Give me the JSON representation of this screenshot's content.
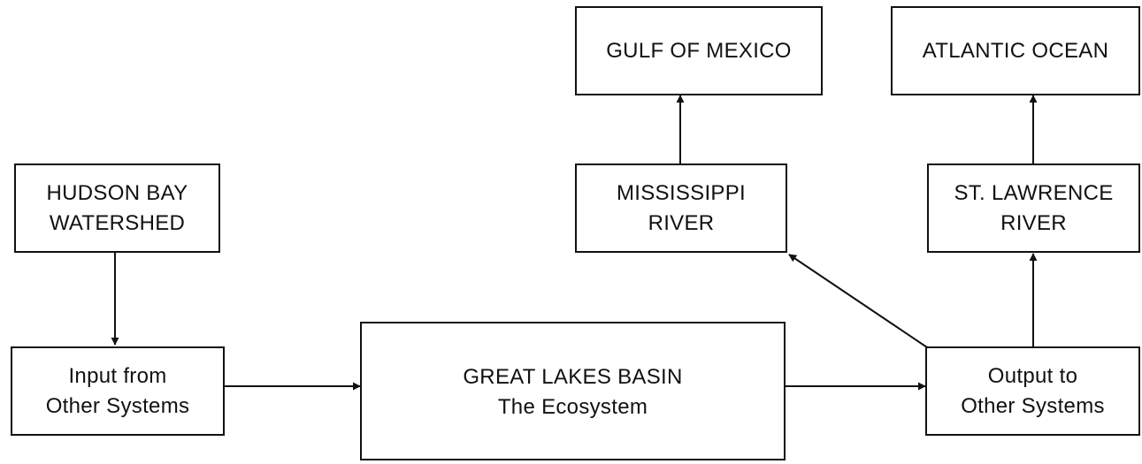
{
  "boxes": {
    "hudson_bay": {
      "lines": [
        "HUDSON BAY",
        "WATERSHED"
      ]
    },
    "input": {
      "lines": [
        "Input from",
        "Other Systems"
      ]
    },
    "great_lakes": {
      "lines": [
        "GREAT LAKES BASIN",
        "The Ecosystem"
      ]
    },
    "output": {
      "lines": [
        "Output to",
        "Other Systems"
      ]
    },
    "mississippi": {
      "lines": [
        "MISSISSIPPI",
        "RIVER"
      ]
    },
    "st_lawrence": {
      "lines": [
        "ST. LAWRENCE",
        "RIVER"
      ]
    },
    "gulf": {
      "lines": [
        "GULF OF MEXICO"
      ]
    },
    "atlantic": {
      "lines": [
        "ATLANTIC OCEAN"
      ]
    }
  },
  "colors": {
    "stroke": "#111111",
    "background": "#ffffff"
  }
}
